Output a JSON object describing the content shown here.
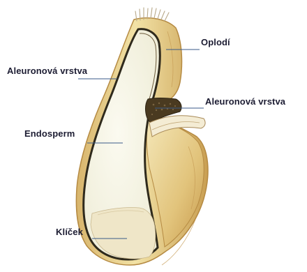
{
  "labels": {
    "pericarp": "Oplodí",
    "aleurone_left": "Aleuronová vrstva",
    "aleurone_right": "Aleuronová vrstva",
    "endosperm": "Endosperm",
    "germ": "Klíček"
  },
  "colors": {
    "pericarp_yellow": "#e8cf8a",
    "pericarp_shade": "#cfa85a",
    "endosperm_white": "#f6f4e4",
    "aleurone_dark": "#4a3a20",
    "crease_brown": "#5a4628",
    "germ_cream": "#efe6c8",
    "leader_line": "#3a5a88",
    "label_text": "#1d1d33"
  }
}
